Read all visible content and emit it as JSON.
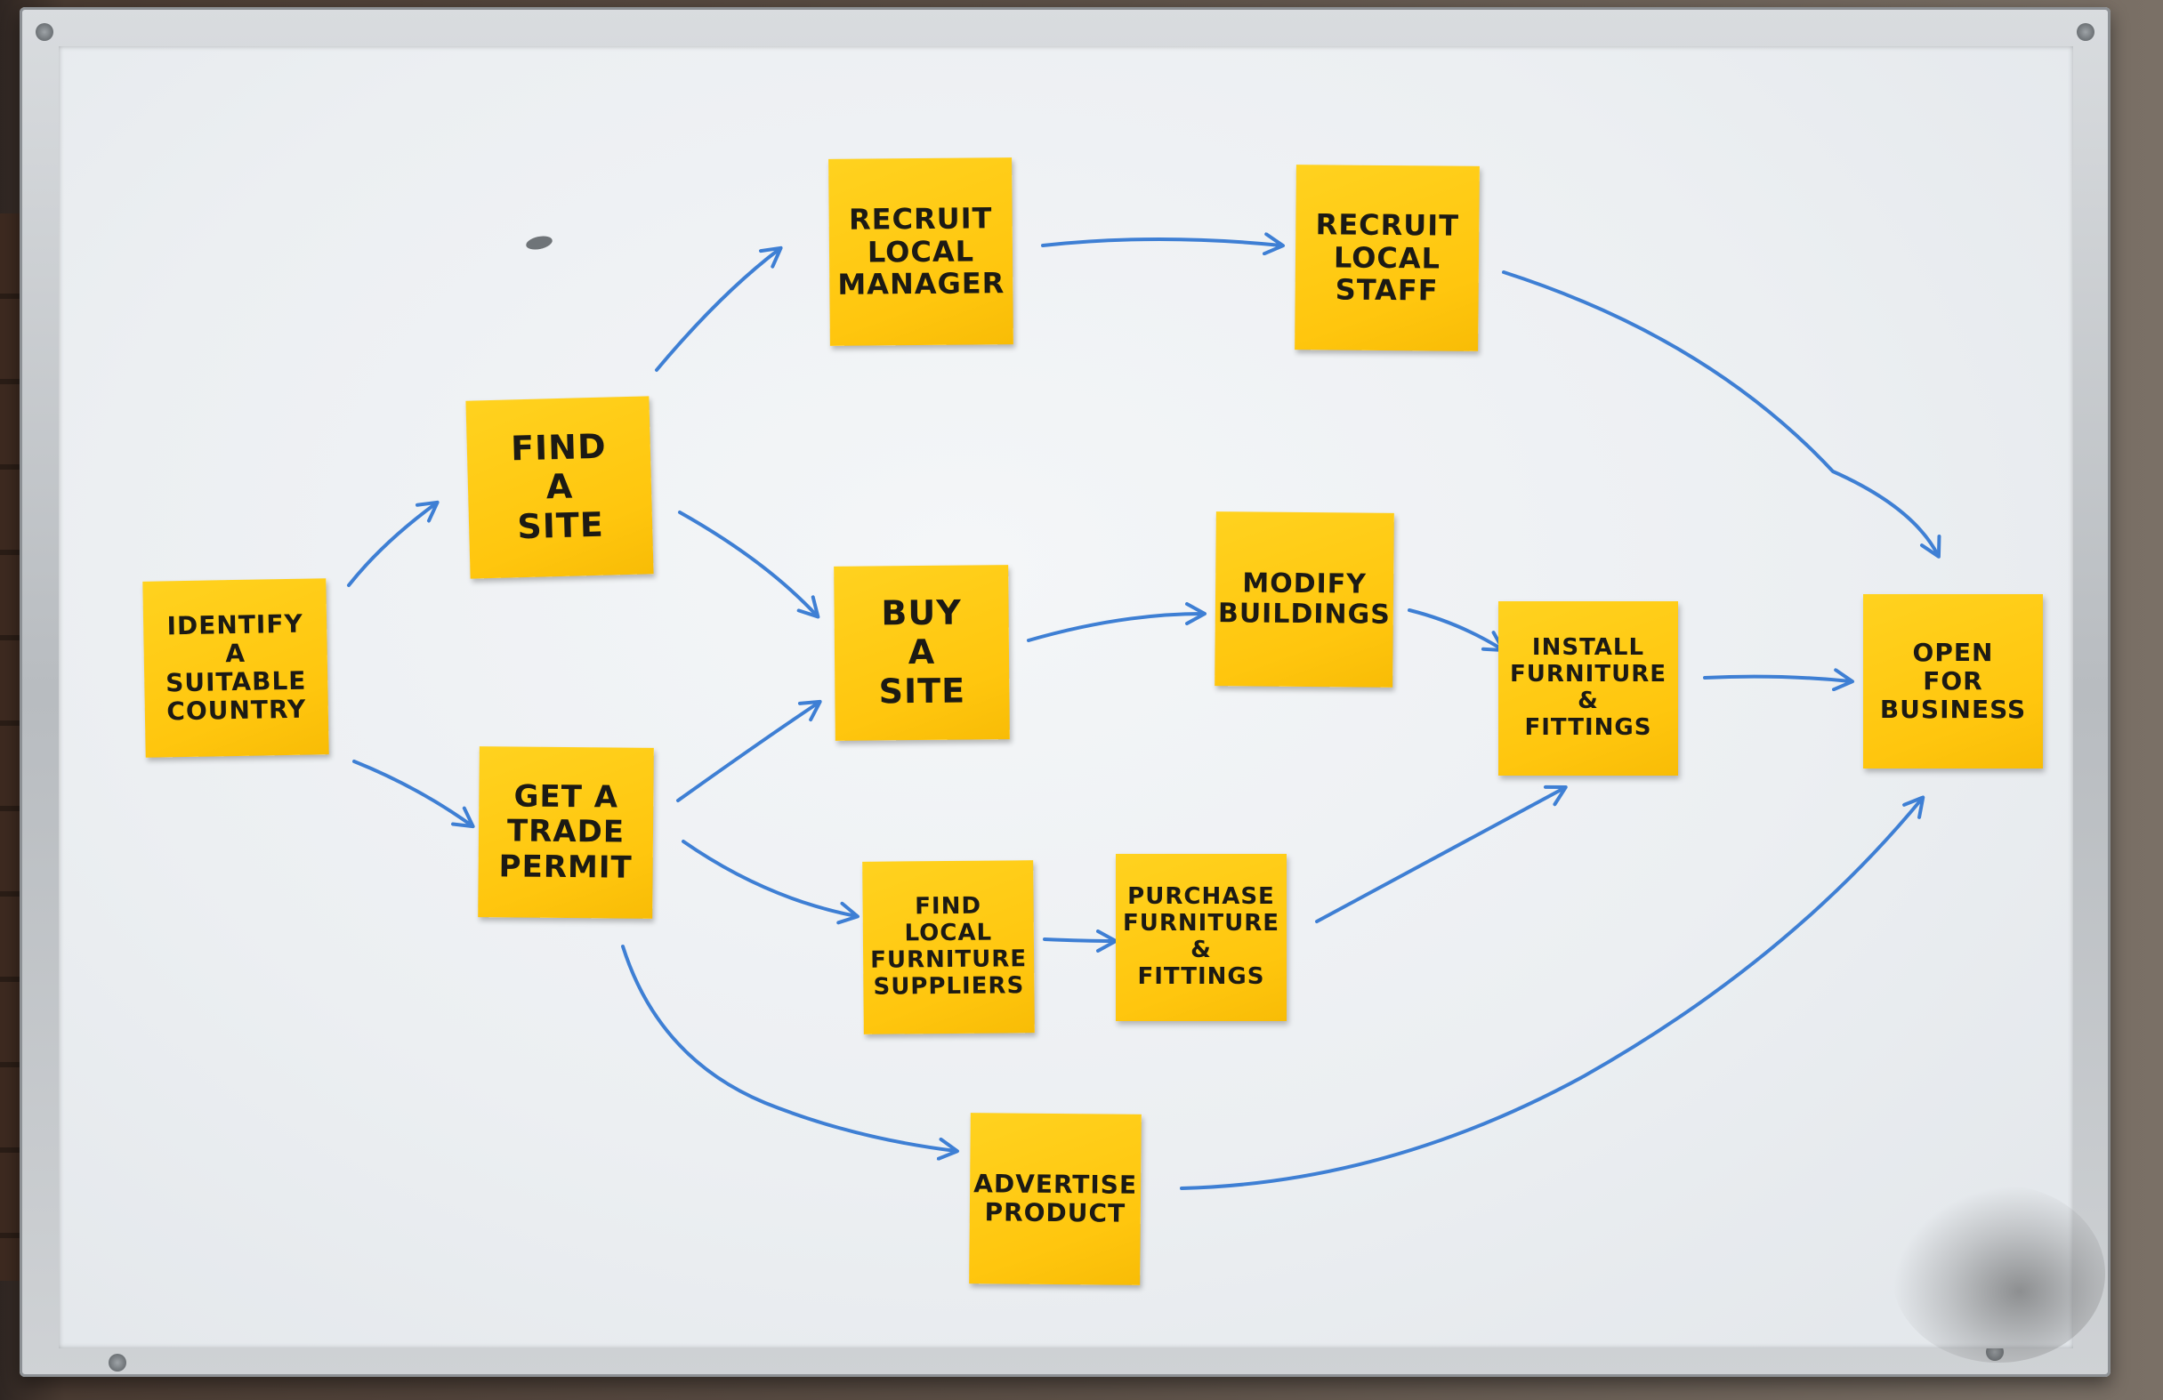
{
  "notes": {
    "identify_country": "IDENTIFY\nA\nSUITABLE\nCOUNTRY",
    "find_site": "FIND\nA\nSITE",
    "get_trade_permit": "GET A\nTRADE\nPERMIT",
    "recruit_manager": "RECRUIT\nLOCAL\nMANAGER",
    "recruit_staff": "RECRUIT\nLOCAL\nSTAFF",
    "buy_site": "BUY\nA\nSITE",
    "modify_buildings": "MODIFY\nBUILDINGS",
    "install_furniture": "INSTALL\nFURNITURE\n&\nFITTINGS",
    "find_suppliers": "FIND LOCAL\nFURNITURE\nSUPPLIERS",
    "purchase_furniture": "PURCHASE\nFURNITURE\n&\nFITTINGS",
    "advertise_product": "ADVERTISE\nPRODUCT",
    "open_business": "OPEN\nFOR\nBUSINESS"
  },
  "colors": {
    "note": "#ffc60e",
    "arrow": "#3e7fd4",
    "ink": "#1c1a14"
  },
  "edges": [
    [
      "identify_country",
      "find_site"
    ],
    [
      "identify_country",
      "get_trade_permit"
    ],
    [
      "find_site",
      "recruit_manager"
    ],
    [
      "find_site",
      "buy_site"
    ],
    [
      "get_trade_permit",
      "buy_site"
    ],
    [
      "get_trade_permit",
      "find_suppliers"
    ],
    [
      "get_trade_permit",
      "advertise_product"
    ],
    [
      "recruit_manager",
      "recruit_staff"
    ],
    [
      "recruit_staff",
      "open_business"
    ],
    [
      "buy_site",
      "modify_buildings"
    ],
    [
      "modify_buildings",
      "install_furniture"
    ],
    [
      "find_suppliers",
      "purchase_furniture"
    ],
    [
      "purchase_furniture",
      "install_furniture"
    ],
    [
      "install_furniture",
      "open_business"
    ],
    [
      "advertise_product",
      "open_business"
    ]
  ]
}
